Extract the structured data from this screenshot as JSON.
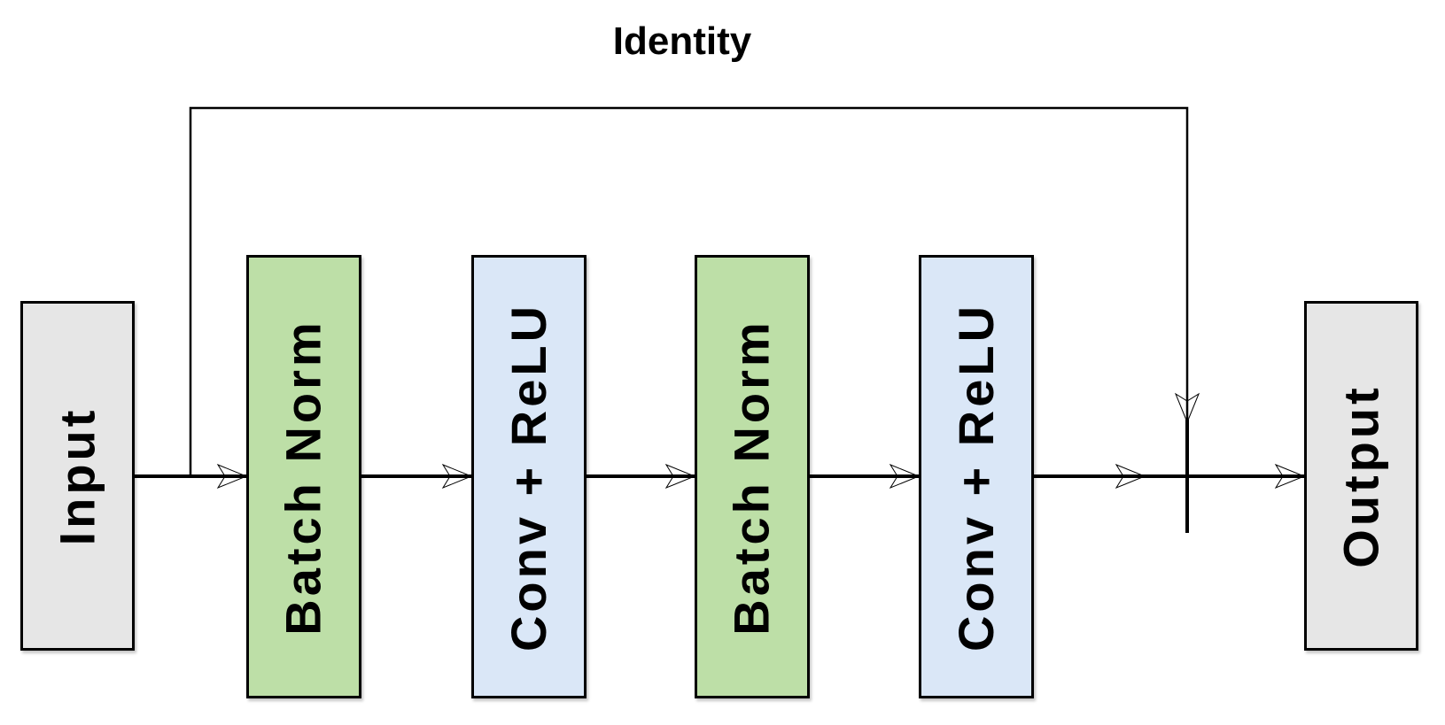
{
  "diagram": {
    "background_color": "#ffffff",
    "stroke_color": "#000000",
    "identity_label": "Identity",
    "nodes": [
      {
        "label": "Input",
        "fill": "#e6e6e6"
      },
      {
        "label": "Batch Norm",
        "fill": "#bddfa7"
      },
      {
        "label": "Conv + ReLU",
        "fill": "#dae7f7"
      },
      {
        "label": "Batch Norm",
        "fill": "#bddfa7"
      },
      {
        "label": "Conv + ReLU",
        "fill": "#dae7f7"
      },
      {
        "label": "Output",
        "fill": "#e6e6e6"
      }
    ],
    "junction": {
      "icon": "circled-plus"
    },
    "edges": [
      {
        "from": "Input",
        "to": "Batch Norm"
      },
      {
        "from": "Batch Norm",
        "to": "Conv + ReLU"
      },
      {
        "from": "Conv + ReLU",
        "to": "Batch Norm"
      },
      {
        "from": "Batch Norm",
        "to": "Conv + ReLU"
      },
      {
        "from": "Conv + ReLU",
        "to": "circled-plus"
      },
      {
        "from": "circled-plus",
        "to": "Output"
      },
      {
        "from": "Input",
        "to": "circled-plus",
        "label": "Identity"
      }
    ]
  }
}
